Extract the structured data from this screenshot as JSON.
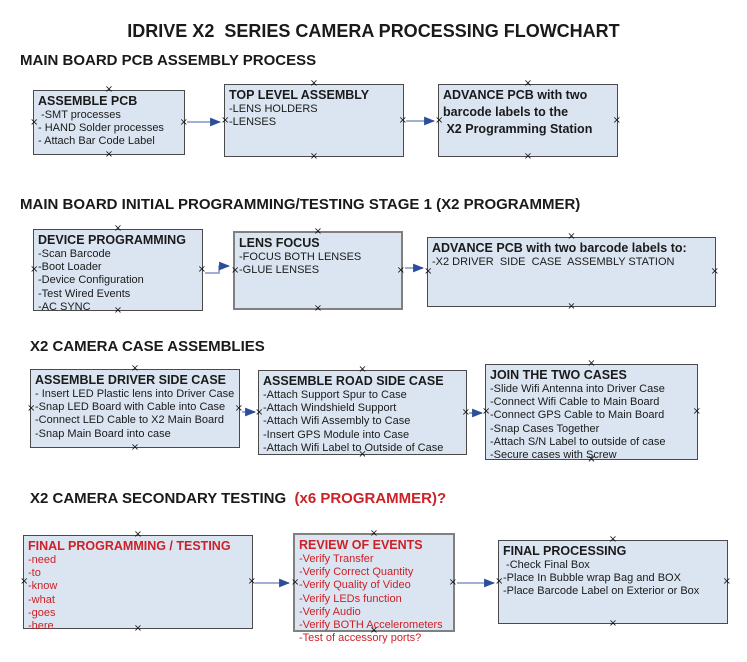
{
  "title": "IDRIVE X2  SERIES CAMERA PROCESSING FLOWCHART",
  "sections": [
    {
      "heading": "MAIN BOARD PCB ASSEMBLY PROCESS",
      "heading_red": "",
      "boxes": [
        {
          "title": "ASSEMBLE PCB",
          "items": [
            " -SMT processes",
            "- HAND Solder processes",
            "- Attach Bar Code Label"
          ]
        },
        {
          "title": "TOP LEVEL ASSEMBLY",
          "items": [
            "-LENS HOLDERS",
            "-LENSES"
          ]
        },
        {
          "title": "ADVANCE PCB with two",
          "items": [
            "barcode labels to the",
            " X2 Programming Station"
          ]
        }
      ]
    },
    {
      "heading": "MAIN BOARD INITIAL PROGRAMMING/TESTING STAGE 1 (X2 PROGRAMMER)",
      "heading_red": "",
      "boxes": [
        {
          "title": "DEVICE PROGRAMMING",
          "items": [
            "-Scan Barcode",
            "-Boot Loader",
            "-Device Configuration",
            "-Test Wired Events",
            "-AC SYNC"
          ]
        },
        {
          "title": "LENS FOCUS",
          "items": [
            "-FOCUS BOTH LENSES",
            "-GLUE LENSES"
          ]
        },
        {
          "title": "ADVANCE PCB with two barcode labels to:",
          "items": [
            "-X2 DRIVER  SIDE  CASE  ASSEMBLY STATION"
          ]
        }
      ]
    },
    {
      "heading": "X2 CAMERA CASE ASSEMBLIES",
      "heading_red": "",
      "boxes": [
        {
          "title": "ASSEMBLE DRIVER SIDE CASE",
          "items": [
            "- Insert LED Plastic lens into Driver Case",
            "-Snap LED Board with Cable into Case",
            "-Connect LED Cable to X2 Main Board",
            "-Snap Main Board into case"
          ]
        },
        {
          "title": "ASSEMBLE ROAD SIDE CASE",
          "items": [
            "-Attach Support Spur to Case",
            "-Attach Windshield Support",
            "-Attach Wifi Assembly to Case",
            "-Insert GPS Module into Case",
            "-Attach Wifi Label to Outside of Case"
          ]
        },
        {
          "title": "JOIN THE TWO CASES",
          "items": [
            "-Slide Wifi Antenna into Driver Case",
            "-Connect Wifi Cable to Main Board",
            "-Connect GPS Cable to Main Board",
            "-Snap Cases Together",
            "-Attach S/N Label to outside of case",
            "-Secure cases with Screw"
          ]
        }
      ]
    },
    {
      "heading": "X2 CAMERA SECONDARY TESTING  ",
      "heading_red": "(x6 PROGRAMMER)?",
      "boxes": [
        {
          "title": "FINAL PROGRAMMING / TESTING",
          "items": [
            "-need",
            "-to",
            "-know",
            "-what",
            "-goes",
            "-here"
          ]
        },
        {
          "title": "REVIEW OF EVENTS",
          "items": [
            "-Verify Transfer",
            "-Verify Correct Quantity",
            "-Verify Quality of Video",
            "-Verify LEDs function",
            "-Verify Audio",
            "-Verify BOTH Accelerometers",
            "-Test of accessory ports?"
          ]
        },
        {
          "title": "FINAL PROCESSING",
          "items": [
            " -Check Final Box",
            "-Place In Bubble wrap Bag and BOX",
            "-Place Barcode Label on Exterior or Box"
          ]
        }
      ]
    }
  ],
  "colors": {
    "box_fill": "#dbe5f1",
    "box_border": "#4a4a4a",
    "selected_border": "#808080",
    "arrow_line": "#8096c6",
    "arrow_head": "#2b4d9a",
    "red_text": "#cc2127",
    "black_text": "#1a1a1a"
  }
}
